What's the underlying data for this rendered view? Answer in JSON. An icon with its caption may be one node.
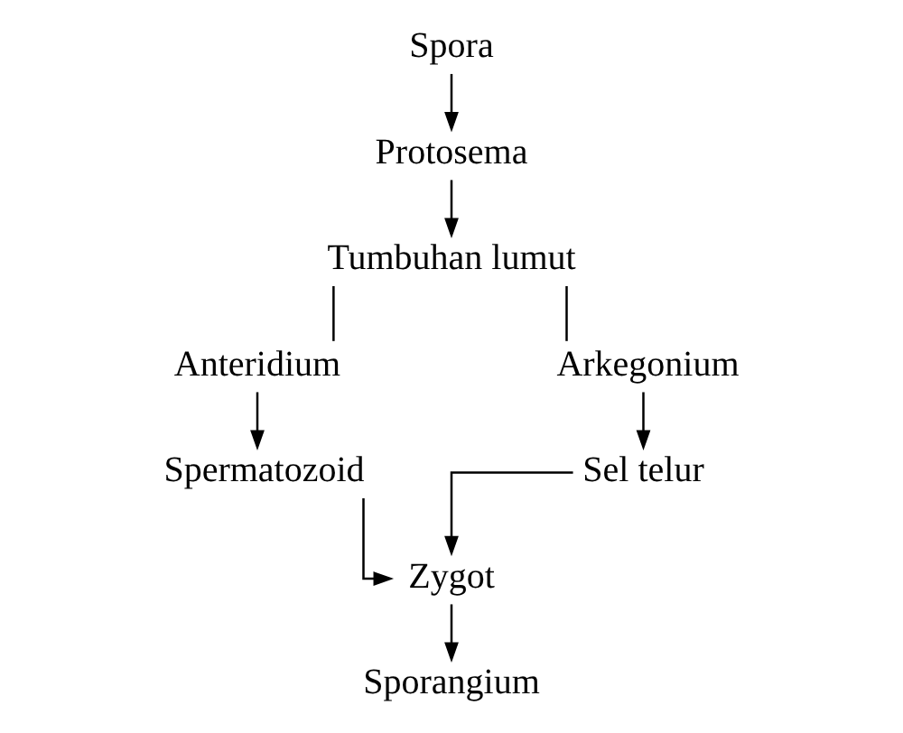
{
  "diagram": {
    "nodes": [
      {
        "text": [
          "Spora"
        ]
      },
      {
        "text": [
          "Protosema"
        ]
      },
      {
        "text": [
          "Tumbuhan lumut"
        ]
      },
      {
        "text": [
          "Anteridium"
        ]
      },
      {
        "text": [
          "Arkegonium"
        ]
      },
      {
        "text": [
          "Spermatozoid"
        ]
      },
      {
        "text": [
          "Sel telur"
        ]
      },
      {
        "text": [
          "Zygot"
        ]
      },
      {
        "text": [
          "Sporangium"
        ]
      }
    ],
    "edges": [
      {
        "from": 0,
        "to": 1,
        "arrow": "to"
      },
      {
        "from": 1,
        "to": 2,
        "arrow": "to"
      },
      {
        "from": 2,
        "to": 3,
        "arrow": "none"
      },
      {
        "from": 2,
        "to": 4,
        "arrow": "none"
      },
      {
        "from": 3,
        "to": 5,
        "arrow": "to"
      },
      {
        "from": 4,
        "to": 6,
        "arrow": "to"
      },
      {
        "from": 5,
        "to": 7,
        "arrow": "to"
      },
      {
        "from": 6,
        "to": 7,
        "arrow": "to"
      },
      {
        "from": 7,
        "to": 8,
        "arrow": "to"
      }
    ]
  }
}
